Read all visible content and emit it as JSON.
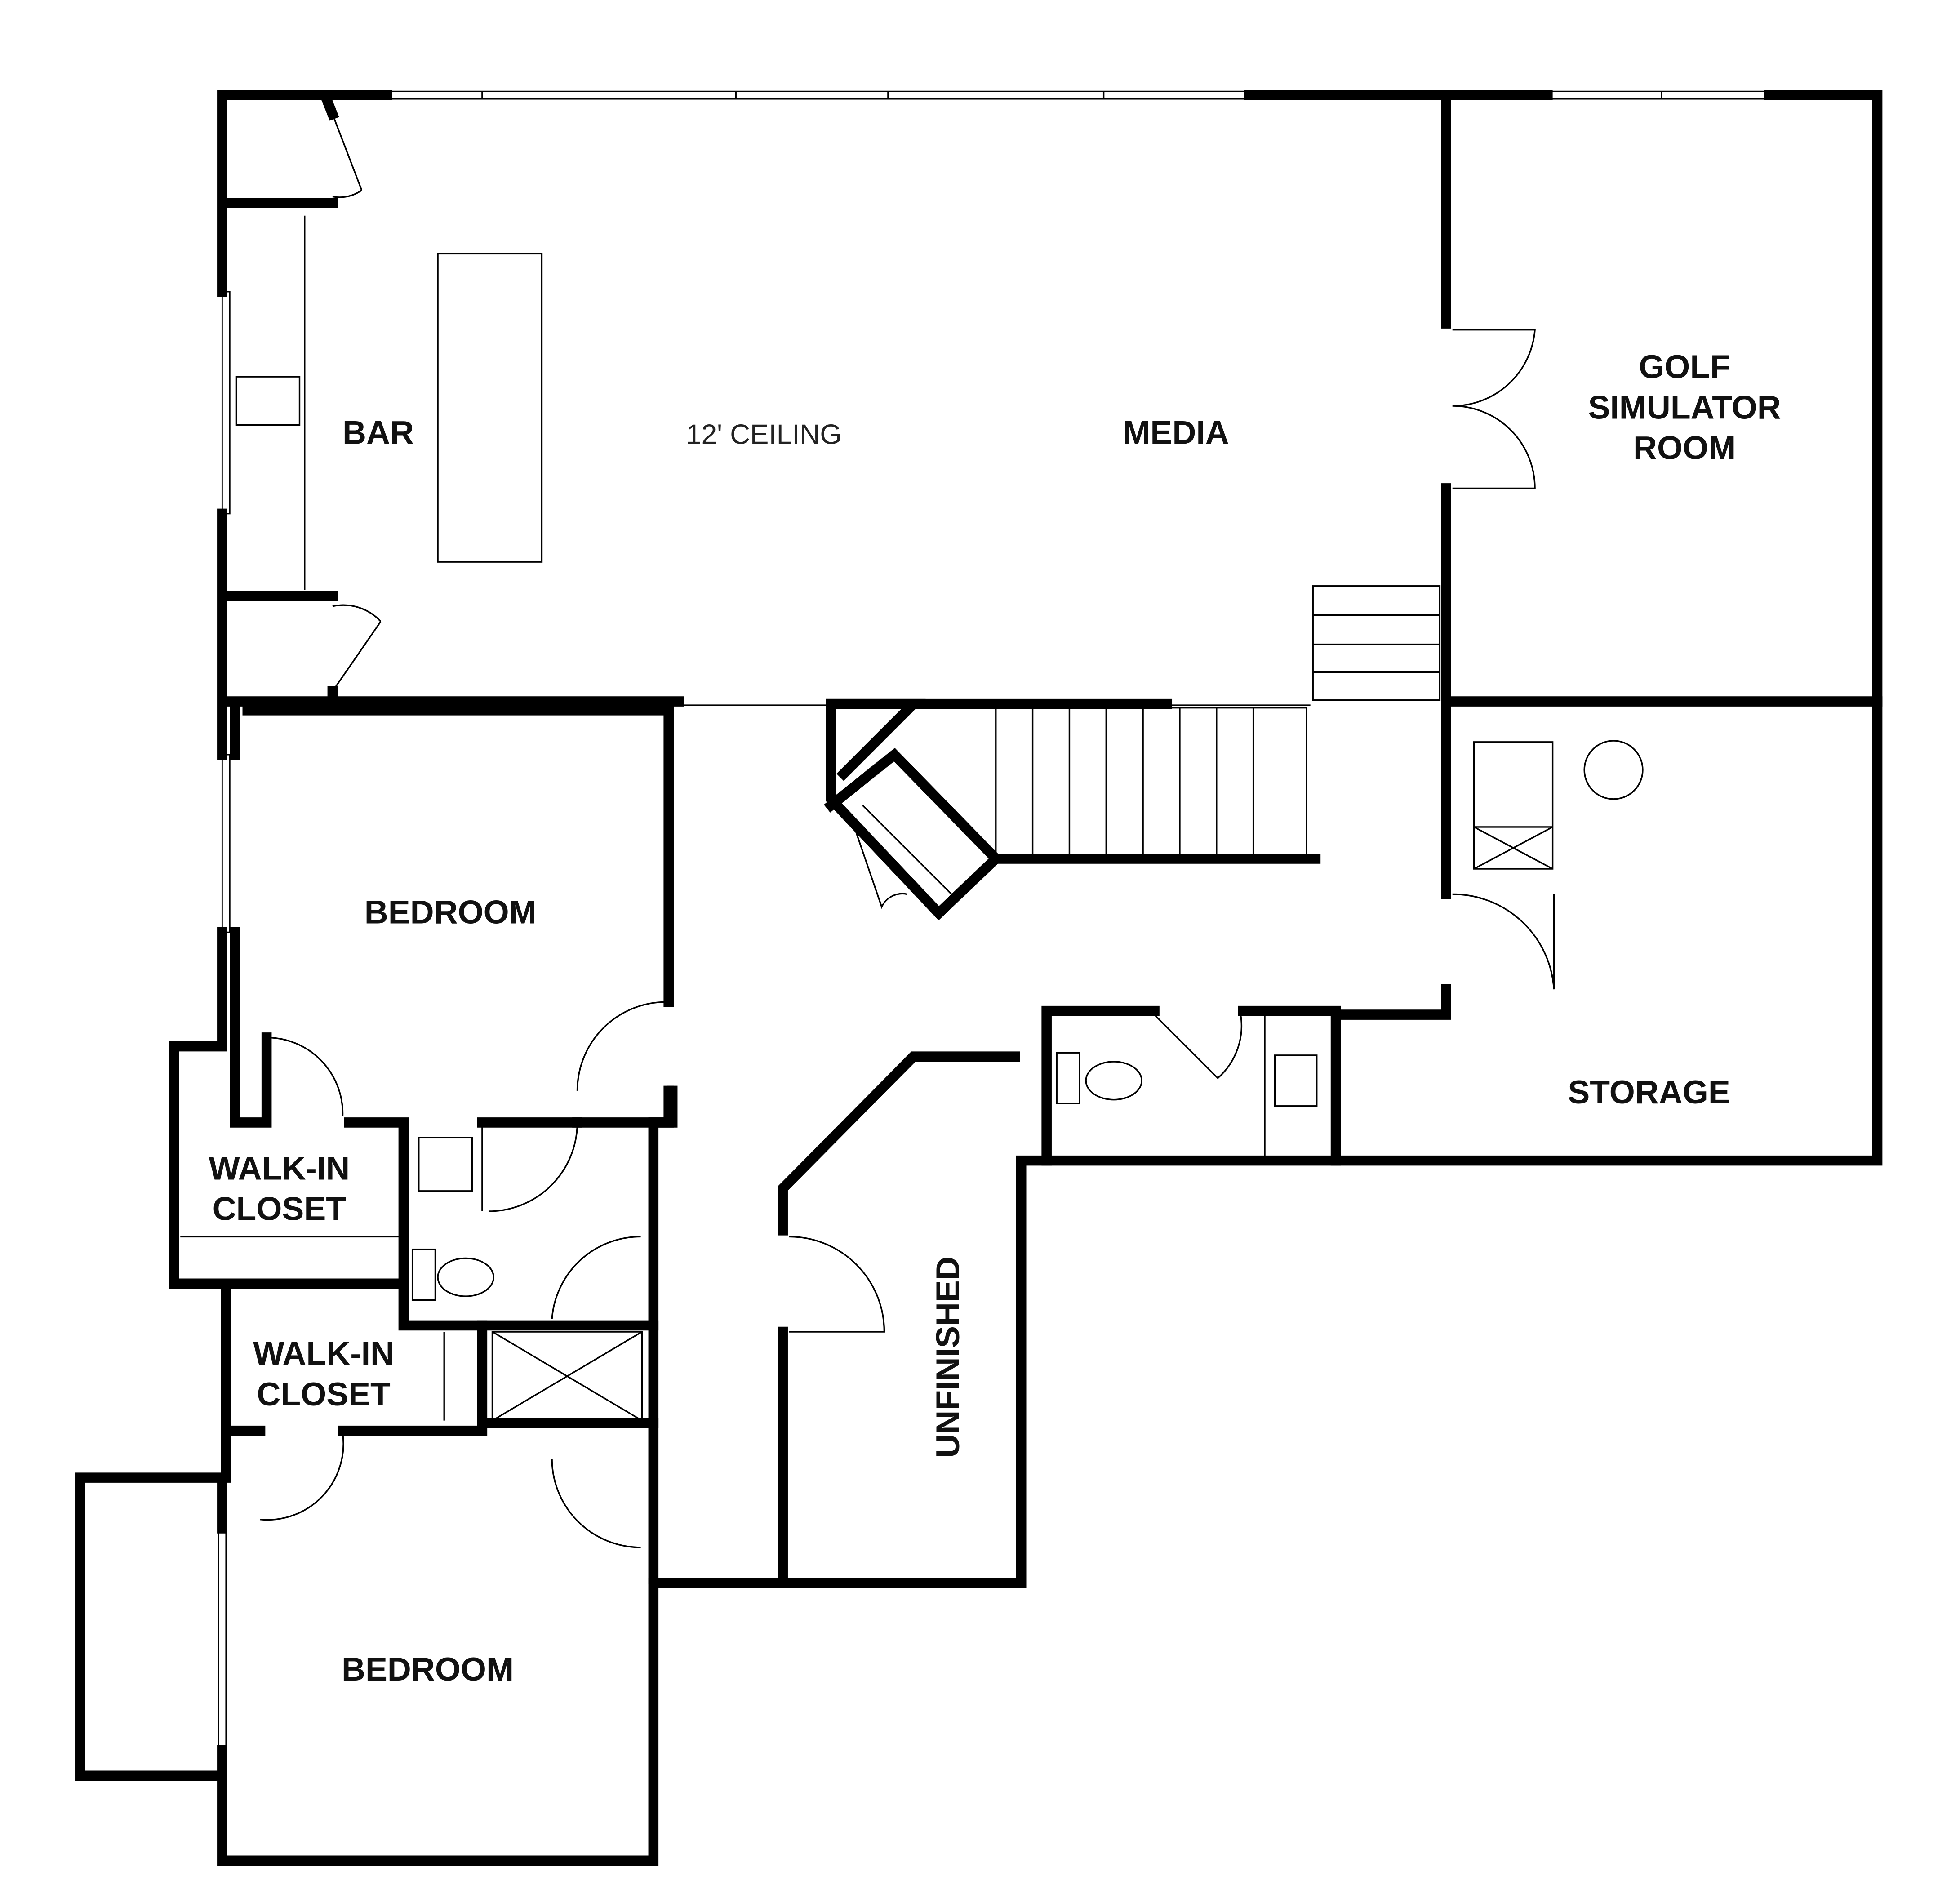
{
  "plan": {
    "rooms": {
      "bar": "BAR",
      "ceiling_note": "12' CEILING",
      "media": "MEDIA",
      "golf": [
        "GOLF",
        "SIMULATOR",
        "ROOM"
      ],
      "bedroom_upper": "BEDROOM",
      "walkin_upper": [
        "WALK-IN",
        "CLOSET"
      ],
      "walkin_lower": [
        "WALK-IN",
        "CLOSET"
      ],
      "bedroom_lower": "BEDROOM",
      "storage": "STORAGE",
      "unfinished": "UNFINISHED"
    },
    "colors": {
      "wall": "#000000",
      "background": "#ffffff"
    }
  }
}
